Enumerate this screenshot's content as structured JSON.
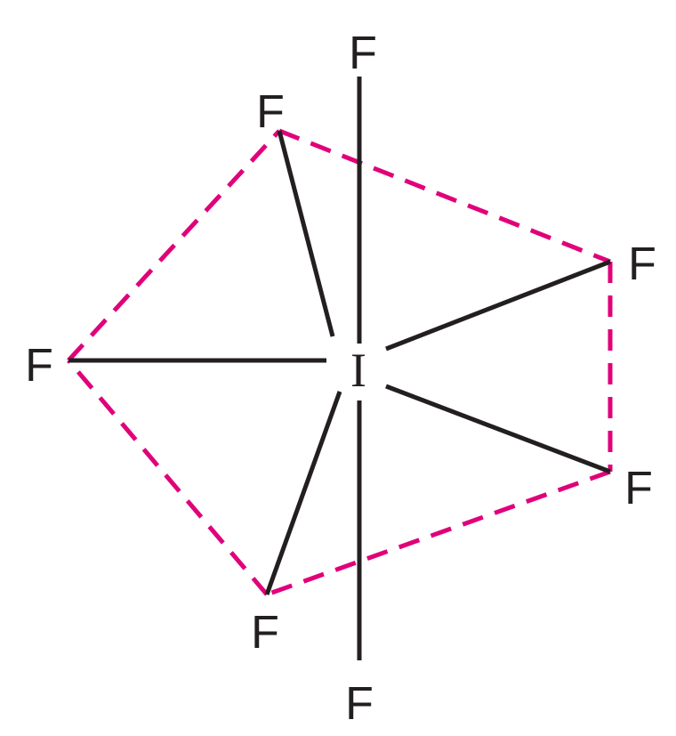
{
  "molecule": {
    "center_atom": {
      "symbol": "I"
    },
    "ligands": [
      {
        "id": "axial-top",
        "symbol": "F"
      },
      {
        "id": "axial-bottom",
        "symbol": "F"
      },
      {
        "id": "eq-upper-left",
        "symbol": "F"
      },
      {
        "id": "eq-right-upper",
        "symbol": "F"
      },
      {
        "id": "eq-right-lower",
        "symbol": "F"
      },
      {
        "id": "eq-lower-left",
        "symbol": "F"
      },
      {
        "id": "eq-left",
        "symbol": "F"
      }
    ]
  },
  "colors": {
    "bond": "#231f20",
    "pentagon_outline": "#e0007a"
  }
}
